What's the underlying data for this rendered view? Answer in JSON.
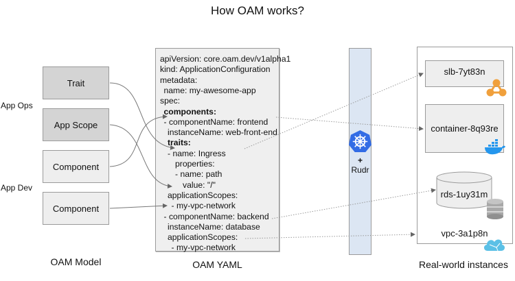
{
  "title": "How OAM works?",
  "side_labels": {
    "ops": "App Ops",
    "dev": "App Dev"
  },
  "model": {
    "boxes": [
      {
        "label": "Trait",
        "role": "app-ops"
      },
      {
        "label": "App Scope",
        "role": "app-ops"
      },
      {
        "label": "Component",
        "role": "app-ops"
      },
      {
        "label": "Component",
        "role": "app-dev"
      }
    ],
    "caption": "OAM Model"
  },
  "yaml": {
    "lines": [
      {
        "text": "apiVersion: core.oam.dev/v1alpha1",
        "indent": 0,
        "bold": false
      },
      {
        "text": "kind: ApplicationConfiguration",
        "indent": 0,
        "bold": false
      },
      {
        "text": "metadata:",
        "indent": 0,
        "bold": false
      },
      {
        "text": "name: my-awesome-app",
        "indent": 1,
        "bold": false
      },
      {
        "text": "spec:",
        "indent": 0,
        "bold": false
      },
      {
        "text": "components:",
        "indent": 1,
        "bold": true
      },
      {
        "text": "- componentName: frontend",
        "indent": 1,
        "bold": false
      },
      {
        "text": "instanceName: web-front-end",
        "indent": 2,
        "bold": false
      },
      {
        "text": "traits:",
        "indent": 2,
        "bold": true
      },
      {
        "text": "- name: Ingress",
        "indent": 2,
        "bold": false
      },
      {
        "text": "properties:",
        "indent": 4,
        "bold": false
      },
      {
        "text": "- name: path",
        "indent": 4,
        "bold": false
      },
      {
        "text": "value: \"/\"",
        "indent": 6,
        "bold": false
      },
      {
        "text": "applicationScopes:",
        "indent": 2,
        "bold": false
      },
      {
        "text": "- my-vpc-network",
        "indent": 3,
        "bold": false
      },
      {
        "text": "- componentName: backend",
        "indent": 1,
        "bold": false
      },
      {
        "text": "instanceName: database",
        "indent": 2,
        "bold": false
      },
      {
        "text": "applicationScopes:",
        "indent": 2,
        "bold": false
      },
      {
        "text": "- my-vpc-network",
        "indent": 3,
        "bold": false
      }
    ],
    "caption": "OAM YAML"
  },
  "runtime": {
    "plus": "+",
    "label": "Rudr",
    "icon": "kubernetes-icon",
    "icon_color": "#326ce5"
  },
  "world": {
    "instances": [
      {
        "label": "slb-7yt83n",
        "icon": "load-balancer-icon",
        "icon_color": "#f0a03c"
      },
      {
        "label": "container-8q93re",
        "icon": "docker-icon",
        "icon_color": "#2496ed"
      },
      {
        "label": "rds-1uy31m",
        "icon": "database-icon",
        "icon_color": "#9a9a9a"
      },
      {
        "label": "vpc-3a1p8n",
        "icon": "cloud-network-icon",
        "icon_color": "#5bc0e6"
      }
    ],
    "caption": "Real-world instances"
  }
}
